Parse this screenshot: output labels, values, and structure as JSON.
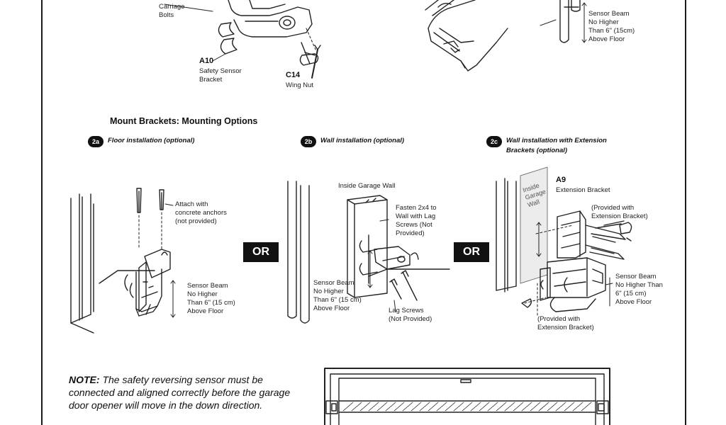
{
  "top": {
    "carriage_bolts": "Carriage\nBolts",
    "a10_code": "A10",
    "a10_name": "Safety Sensor\nBracket",
    "c14_code": "C14",
    "c14_name": "Wing Nut",
    "sensor_beam_top": "Sensor Beam\nNo Higher\nThan 6\" (15cm)\nAbove Floor"
  },
  "section": {
    "title": "Mount Brackets: Mounting Options"
  },
  "options": [
    {
      "badge": "2a",
      "title": "Floor installation (optional)"
    },
    {
      "badge": "2b",
      "title": "Wall installation (optional)"
    },
    {
      "badge": "2c",
      "title": "Wall installation with Extension\nBrackets (optional)"
    }
  ],
  "floor": {
    "attach": "Attach with\nconcrete anchors\n(not provided)",
    "sensor_beam": "Sensor Beam\nNo Higher\nThan 6\" (15 cm)\nAbove Floor"
  },
  "wall": {
    "inside_wall": "Inside Garage Wall",
    "fasten": "Fasten 2x4 to\nWall with Lag\nScrews (Not\nProvided)",
    "sensor_beam": "Sensor Beam\nNo Higher\nThan 6\" (15 cm)\nAbove Floor",
    "lag_screws": "Lag Screws\n(Not Provided)"
  },
  "extension": {
    "inside_wall": "Inside\nGarage\nWall",
    "a9_code": "A9",
    "a9_name": "Extension Bracket",
    "provided_top": "(Provided with\nExtension Bracket)",
    "sensor_beam": "Sensor Beam\nNo Higher Than\n6\" (15 cm)\nAbove Floor",
    "provided_bottom": "(Provided with\nExtension Bracket)"
  },
  "or_label": "OR",
  "note": {
    "lead": "NOTE:",
    "text": " The safety reversing sensor must be connected and aligned correctly before the garage door opener will move in the down direction."
  }
}
